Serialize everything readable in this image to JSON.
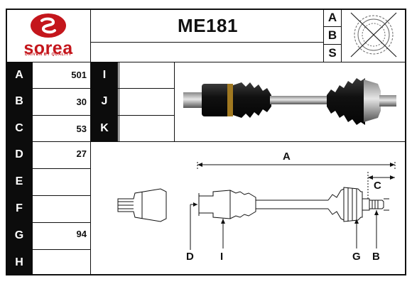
{
  "header": {
    "part_number": "ME181",
    "brand": {
      "name": "sorea",
      "tagline": "DRIVEN BY QUALITY",
      "color": "#c4161c"
    },
    "abs": [
      "A",
      "B",
      "S"
    ]
  },
  "specs": {
    "left": [
      {
        "label": "A",
        "value": "501"
      },
      {
        "label": "B",
        "value": "30"
      },
      {
        "label": "C",
        "value": "53"
      },
      {
        "label": "D",
        "value": "27"
      },
      {
        "label": "E",
        "value": ""
      },
      {
        "label": "F",
        "value": ""
      },
      {
        "label": "G",
        "value": "94"
      },
      {
        "label": "H",
        "value": ""
      }
    ],
    "right": [
      {
        "label": "I",
        "value": ""
      },
      {
        "label": "J",
        "value": ""
      },
      {
        "label": "K",
        "value": ""
      }
    ]
  },
  "diagram": {
    "labels": {
      "a": "A",
      "b": "B",
      "c": "C",
      "d": "D",
      "g": "G",
      "i": "I"
    }
  }
}
